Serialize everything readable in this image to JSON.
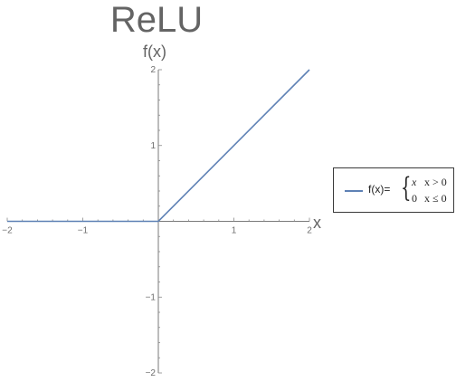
{
  "chart_data": {
    "type": "line",
    "title": "ReLU",
    "xlabel": "x",
    "ylabel": "f(x)",
    "xlim": [
      -2,
      2
    ],
    "ylim": [
      -2,
      2
    ],
    "x_ticks": [
      -2,
      -1,
      1,
      2
    ],
    "y_ticks": [
      -2,
      -1,
      1,
      2
    ],
    "x_tick_labels": [
      "−2",
      "−1",
      "1",
      "2"
    ],
    "y_tick_labels": [
      "−2",
      "−1",
      "1",
      "2"
    ],
    "grid": false,
    "legend_position": "right",
    "series": [
      {
        "name": "f(x)={ x  x > 0 ; 0  x ≤ 0",
        "color": "#5e81b5",
        "points": [
          [
            -2,
            0
          ],
          [
            0,
            0
          ],
          [
            2,
            2
          ]
        ]
      }
    ]
  },
  "legend": {
    "fx": "f(x)=",
    "brace": "{",
    "case1_expr": "x",
    "case1_cond": "x > 0",
    "case2_expr": "0",
    "case2_cond": "x ≤ 0"
  }
}
